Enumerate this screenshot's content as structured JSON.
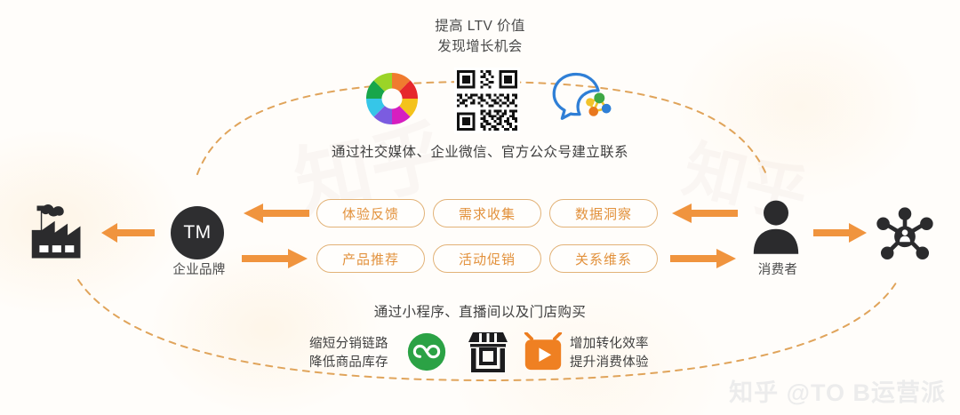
{
  "header": {
    "title": "提高 LTV 价值\n发现增长机会"
  },
  "bands": {
    "top_caption": "通过社交媒体、企业微信、官方公众号建立联系",
    "bottom_caption": "通过小程序、直播间以及门店购买"
  },
  "nodes": {
    "factory": {
      "icon": "factory-icon",
      "label": ""
    },
    "brand": {
      "badge": "TM",
      "label": "企业品牌"
    },
    "consumer": {
      "icon": "person-icon",
      "label": "消费者"
    },
    "network": {
      "icon": "network-hub-icon",
      "label": ""
    }
  },
  "pills": {
    "row_top": [
      "体验反馈",
      "需求收集",
      "数据洞察"
    ],
    "row_bottom": [
      "产品推荐",
      "活动促销",
      "关系维系"
    ]
  },
  "top_icons": [
    {
      "name": "color-aperture-icon",
      "label": "社交媒体"
    },
    {
      "name": "qr-code-icon",
      "label": "官方公众号"
    },
    {
      "name": "wecom-icon",
      "label": "企业微信"
    }
  ],
  "bottom_icons": [
    {
      "name": "wechat-miniprogram-icon",
      "label": "小程序"
    },
    {
      "name": "storefront-icon",
      "label": "门店"
    },
    {
      "name": "live-stream-icon",
      "label": "直播间"
    }
  ],
  "annotations": {
    "bottom_left": "缩短分销链路\n降低商品库存",
    "bottom_right": "增加转化效率\n提升消费体验"
  },
  "watermark": {
    "text": "知乎 @TO B运营派",
    "background_mark": "知乎"
  },
  "colors": {
    "accent_orange": "#F0943E",
    "pill_border": "#E2B277",
    "pill_text": "#E2913C",
    "dark": "#2E2E30",
    "text": "#3F3F3F",
    "dashed_line": "#E0A45B"
  }
}
